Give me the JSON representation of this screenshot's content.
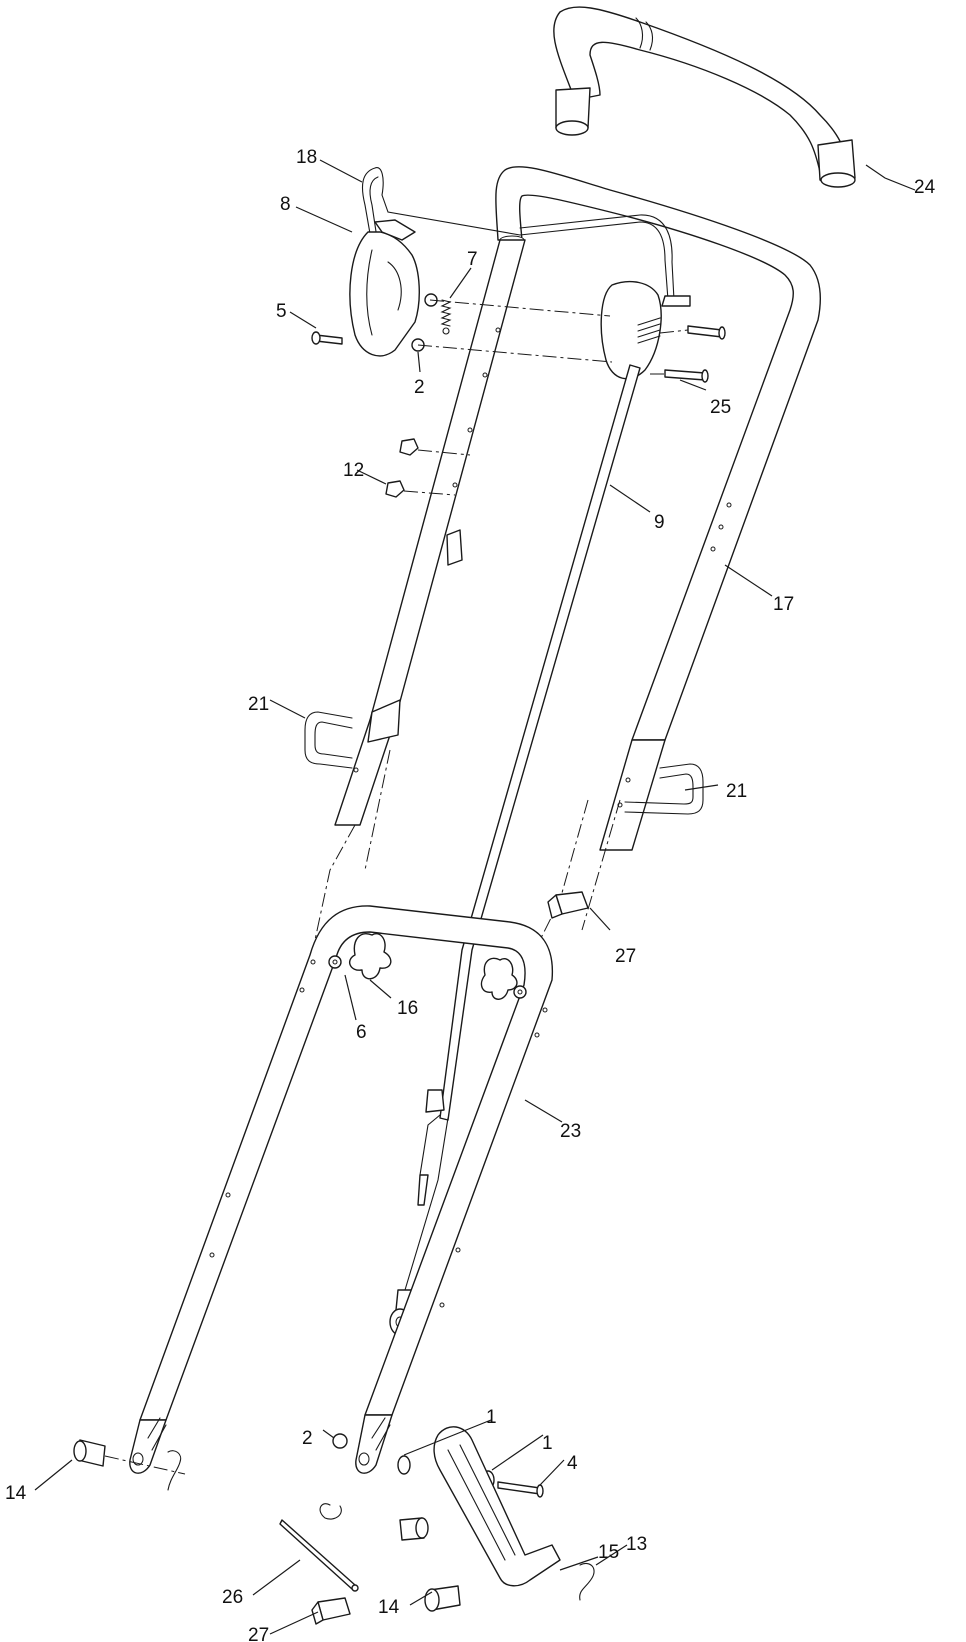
{
  "callouts": {
    "c1a": "1",
    "c1b": "1",
    "c2a": "2",
    "c2b": "2",
    "c4": "4",
    "c5": "5",
    "c6": "6",
    "c7": "7",
    "c8": "8",
    "c9": "9",
    "c12": "12",
    "c13": "13",
    "c14a": "14",
    "c14b": "14",
    "c15": "15",
    "c16": "16",
    "c17": "17",
    "c18": "18",
    "c21a": "21",
    "c21b": "21",
    "c23": "23",
    "c24": "24",
    "c25": "25",
    "c26": "26",
    "c27a": "27",
    "c27b": "27"
  }
}
